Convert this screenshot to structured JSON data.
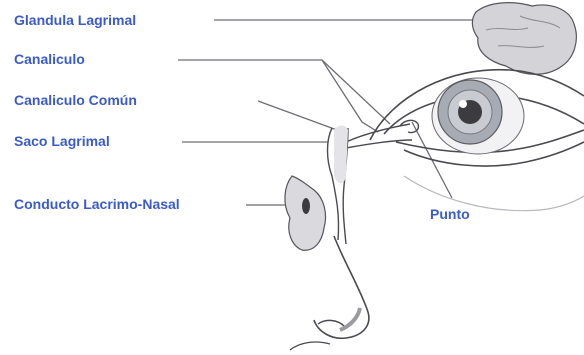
{
  "labels": {
    "glandula_lagrimal": "Glandula Lagrimal",
    "canaliculo": "Canaliculo",
    "canaliculo_comun": "Canaliculo Común",
    "saco_lagrimal": "Saco Lagrimal",
    "conducto_lacrimo_nasal": "Conducto Lacrimo-Nasal",
    "punto": "Punto"
  },
  "colors": {
    "label": "#3a5bc9",
    "leader_line": "#6c6c74",
    "sketch_line": "#4a4a50",
    "shade": "#c9c9cf",
    "iris": "#9aa0a8",
    "pupil": "#3c3c40"
  }
}
